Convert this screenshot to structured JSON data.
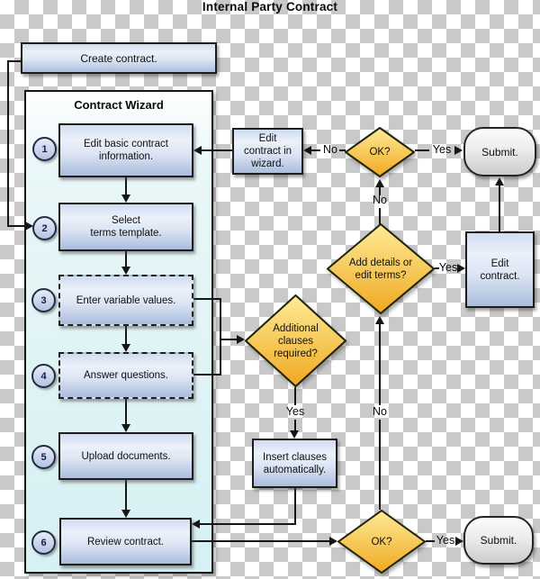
{
  "title": "Internal Party Contract",
  "wizard": {
    "title": "Contract Wizard",
    "steps": [
      {
        "num": "1",
        "label": "Edit basic contract\ninformation."
      },
      {
        "num": "2",
        "label": "Select\nterms template."
      },
      {
        "num": "3",
        "label": "Enter variable values."
      },
      {
        "num": "4",
        "label": "Answer questions."
      },
      {
        "num": "5",
        "label": "Upload documents."
      },
      {
        "num": "6",
        "label": "Review contract."
      }
    ]
  },
  "nodes": {
    "create_contract": "Create contract.",
    "edit_in_wizard": "Edit\ncontract in\nwizard.",
    "ok_top": "OK?",
    "submit_top": "Submit.",
    "edit_contract": "Edit\ncontract.",
    "add_details": "Add details or\nedit terms?",
    "additional_clauses": "Additional\nclauses\nrequired?",
    "insert_clauses": "Insert clauses\nautomatically.",
    "ok_bottom": "OK?",
    "submit_bottom": "Submit."
  },
  "edge_labels": {
    "ok_top_no": "No",
    "ok_top_yes": "Yes",
    "add_details_no": "No",
    "add_details_yes": "Yes",
    "additional_clauses_yes": "Yes",
    "ok_bottom_no": "No",
    "ok_bottom_yes": "Yes"
  },
  "colors": {
    "process_fill_top": "#cfdcf0",
    "process_fill_bottom": "#aabddd",
    "decision_fill_top": "#fdeb96",
    "decision_fill_bottom": "#efa921",
    "terminal_fill": "#e6e6e6",
    "wizard_fill": "#d6f0f3",
    "connector": "#161616",
    "checker_gray": "#c9c9c9"
  }
}
